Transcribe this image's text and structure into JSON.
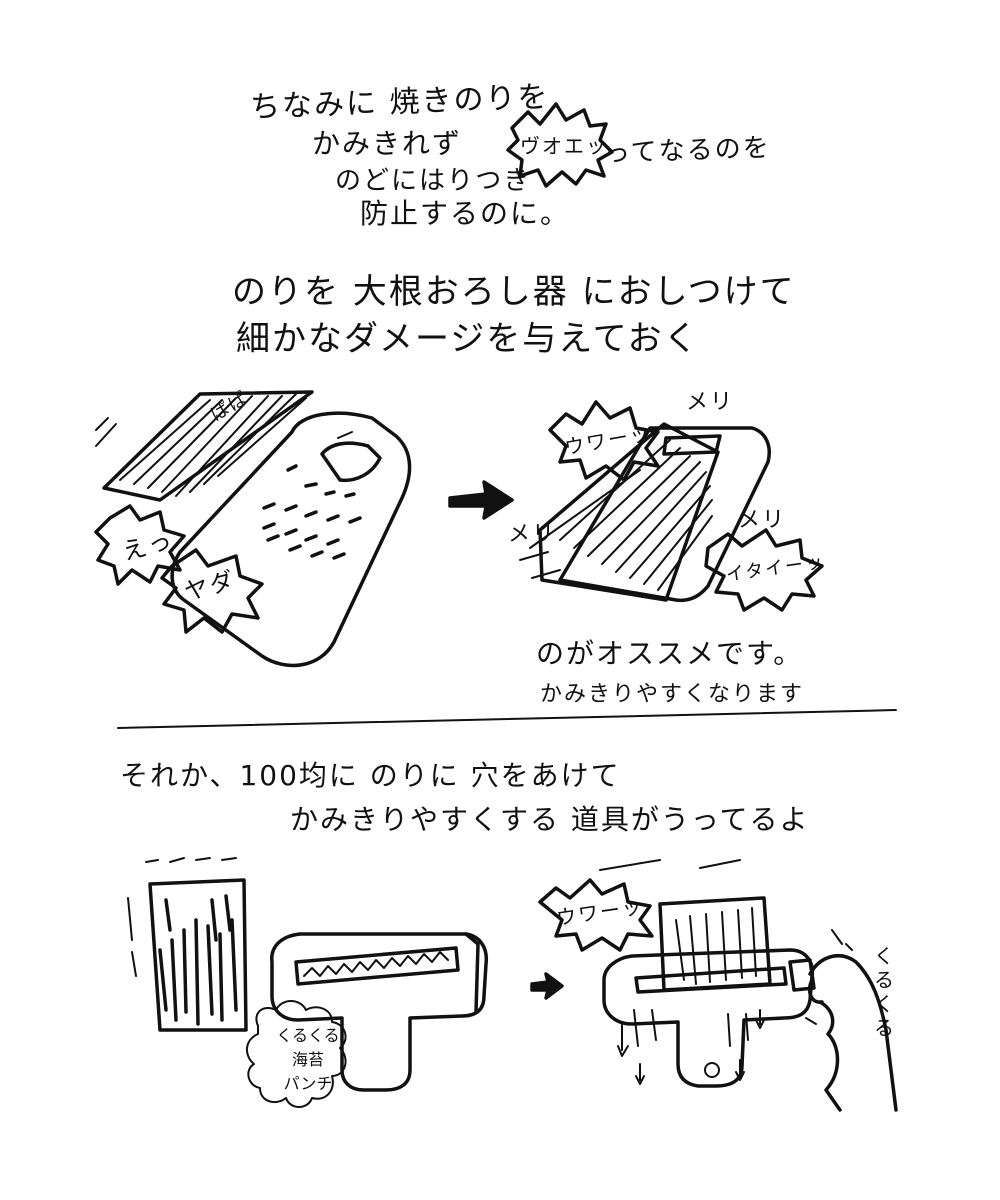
{
  "intro": {
    "line1": "ちなみに 焼きのりを",
    "line2": "かみきれず",
    "line3a": "のどにはりつき",
    "burst": "ヴオエッ",
    "line3b": "ってなるのを",
    "line4": "防止するのに。"
  },
  "method1": {
    "heading1": "のりを 大根おろし器 におしつけて",
    "heading2": "細かなダメージを与えておく",
    "nori_face": "ぱぱ",
    "sfx_e": "えっ",
    "sfx_yada": "ヤダ",
    "sfx_uwa": "ウワーッ",
    "sfx_meri_top": "メリ",
    "sfx_meri_left": "メリ",
    "sfx_meri_right": "メリ",
    "sfx_itai": "イタイーッ",
    "recommend": "のがオススメです。",
    "note": "かみきりやすくなります"
  },
  "method2": {
    "heading1": "それか、100均に のりに 穴をあけて",
    "heading2": "かみきりやすくする 道具がうってるよ",
    "product_label": [
      "くるくる",
      "海苔",
      "パンチ"
    ],
    "sfx_uwa": "ウワーッ",
    "sfx_kurukuru": [
      "く",
      "る",
      "く",
      "る"
    ]
  }
}
